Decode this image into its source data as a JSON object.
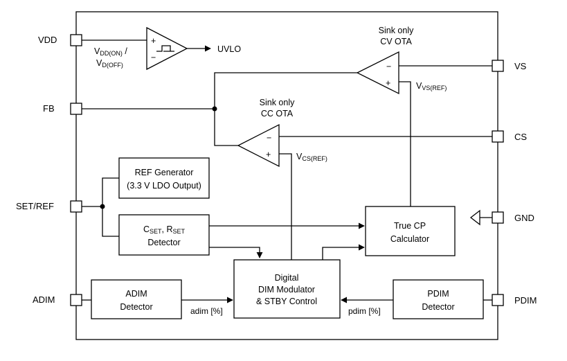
{
  "pins": {
    "vdd": "VDD",
    "fb": "FB",
    "set_ref": "SET/REF",
    "adim": "ADIM",
    "vs": "VS",
    "cs": "CS",
    "gnd": "GND",
    "pdim": "PDIM"
  },
  "uvlo": {
    "output_label": "UVLO",
    "threshold_on_main": "V",
    "threshold_on_sub": "DD(ON)",
    "threshold_slash": " /",
    "threshold_off_main": "V",
    "threshold_off_sub": "D(OFF)"
  },
  "cv_ota": {
    "title_line1": "Sink only",
    "title_line2": "CV OTA",
    "ref_main": "V",
    "ref_sub": "VS(REF)"
  },
  "cc_ota": {
    "title_line1": "Sink only",
    "title_line2": "CC OTA",
    "ref_main": "V",
    "ref_sub": "CS(REF)"
  },
  "ref_generator": {
    "line1": "REF Generator",
    "line2": "(3.3 V LDO Output)"
  },
  "cset_detector": {
    "c_main": "C",
    "c_sub": "SET",
    "sep": ", R",
    "r_sub": "SET",
    "line2": "Detector"
  },
  "true_cp": {
    "line1": "True CP",
    "line2": "Calculator"
  },
  "dim_modulator": {
    "line1": "Digital",
    "line2": "DIM Modulator",
    "line3": "& STBY Control"
  },
  "adim_detector": {
    "line1": "ADIM",
    "line2": "Detector",
    "signal": "adim [%]"
  },
  "pdim_detector": {
    "line1": "PDIM",
    "line2": "Detector",
    "signal": "pdim [%]"
  },
  "op_symbols": {
    "plus": "+",
    "minus": "−"
  }
}
